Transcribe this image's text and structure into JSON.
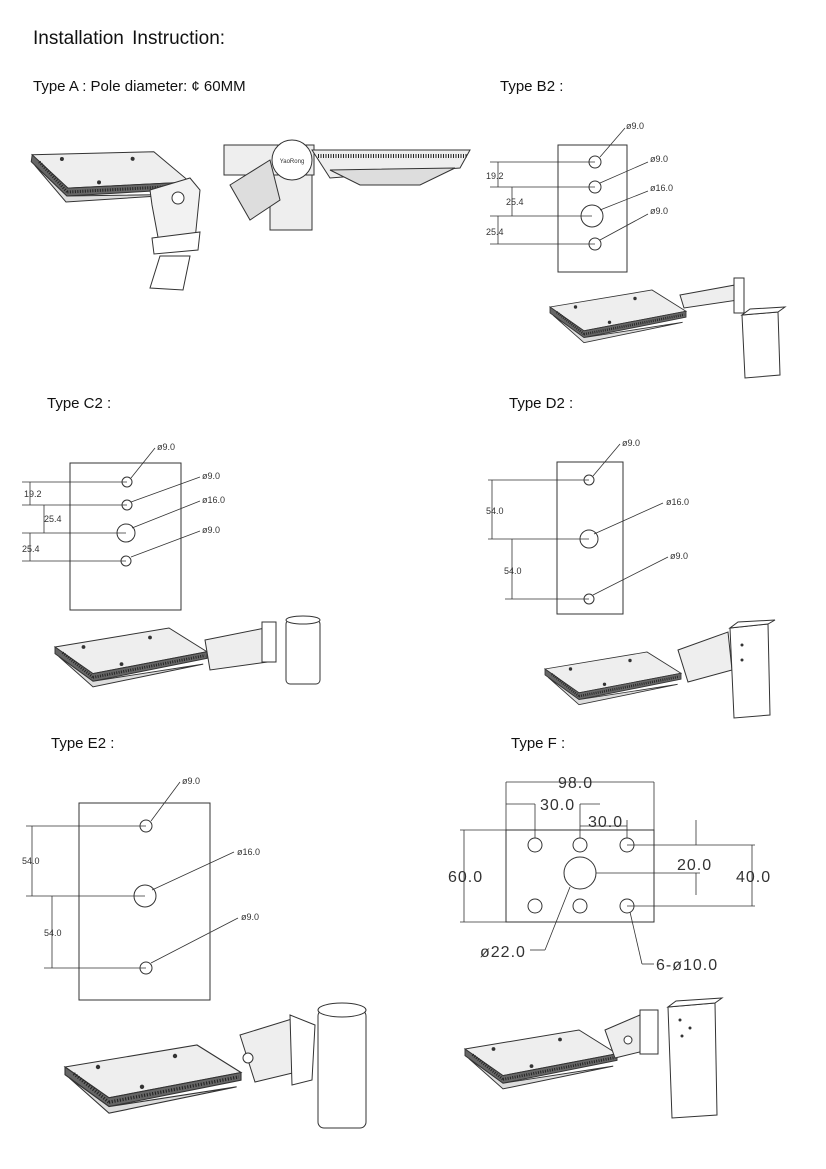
{
  "title": "Installation  Instruction:",
  "types": {
    "a": {
      "label": "Type A : Pole diameter: ¢ 60MM",
      "logo": "YaoRong"
    },
    "b2": {
      "label": "Type B2 :",
      "holes": [
        "ø9.0",
        "ø9.0",
        "ø16.0",
        "ø9.0"
      ],
      "dims": [
        "19.2",
        "25.4",
        "25.4"
      ]
    },
    "c2": {
      "label": "Type C2 :",
      "holes": [
        "ø9.0",
        "ø9.0",
        "ø16.0",
        "ø9.0"
      ],
      "dims": [
        "19.2",
        "25.4",
        "25.4"
      ]
    },
    "d2": {
      "label": "Type D2 :",
      "holes": [
        "ø9.0",
        "ø16.0",
        "ø9.0"
      ],
      "dims": [
        "54.0",
        "54.0"
      ]
    },
    "e2": {
      "label": "Type E2 :",
      "holes": [
        "ø9.0",
        "ø16.0",
        "ø9.0"
      ],
      "dims": [
        "54.0",
        "54.0"
      ]
    },
    "f": {
      "label": "Type F :",
      "dims": {
        "width": "98.0",
        "spacing1": "30.0",
        "spacing2": "30.0",
        "height": "60.0",
        "offset": "20.0",
        "holeSpan": "40.0",
        "center": "ø22.0",
        "holes": "6-ø10.0"
      }
    }
  },
  "colors": {
    "line": "#333333",
    "fixture": "#e8e8e8",
    "led": "#555555"
  }
}
